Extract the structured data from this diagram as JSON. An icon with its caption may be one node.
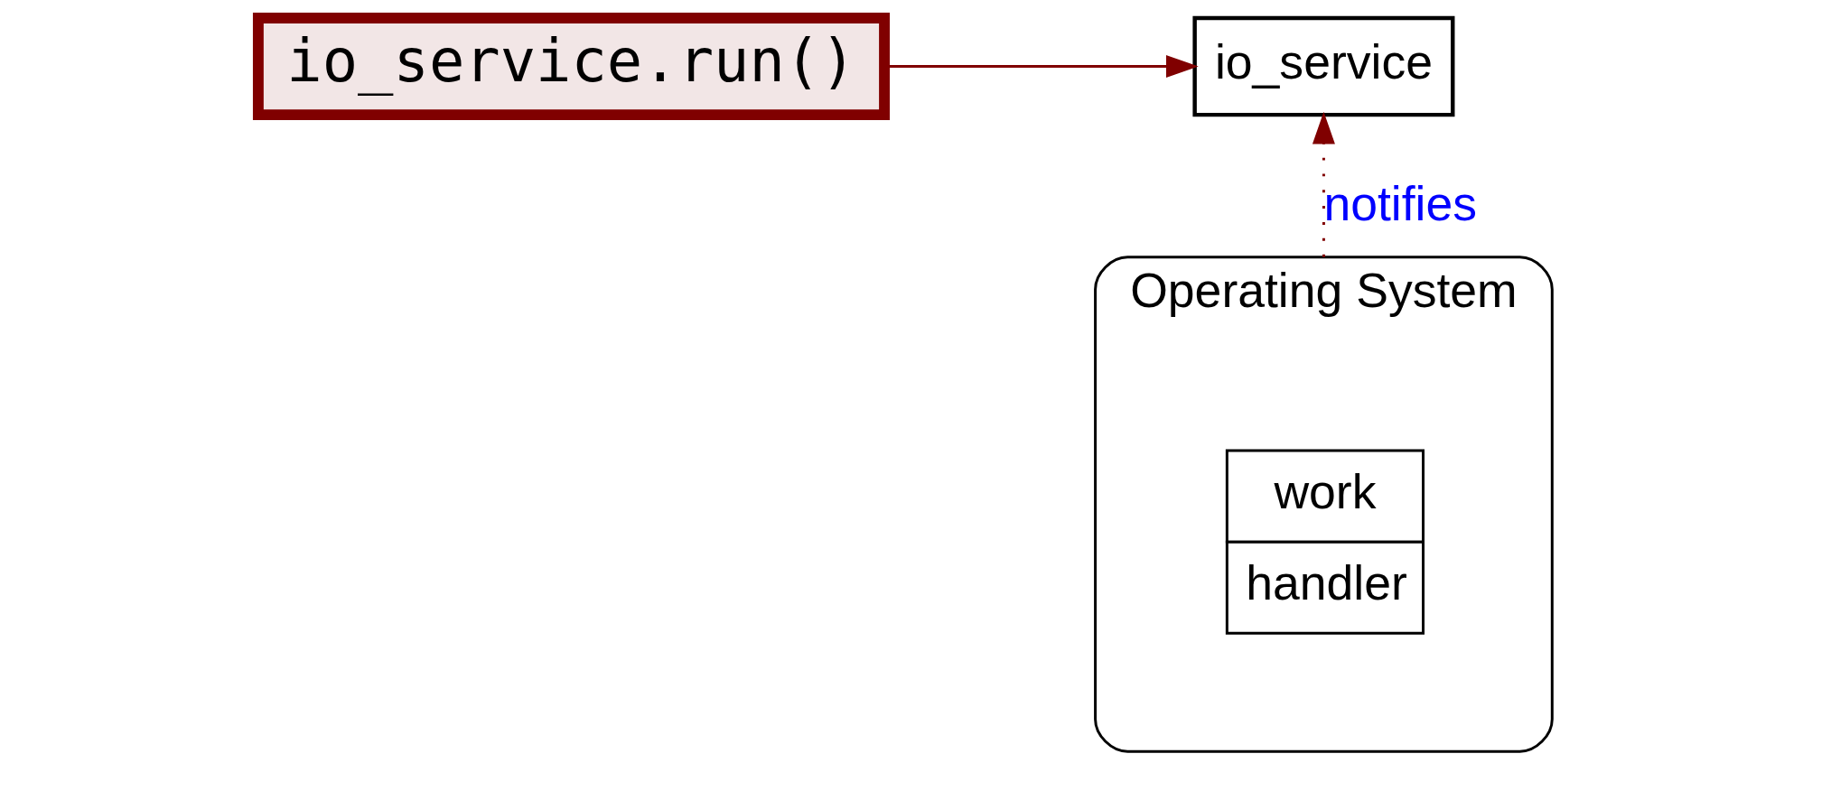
{
  "diagram": {
    "nodes": [
      {
        "text": [
          "io_service.run()"
        ]
      },
      {
        "text": [
          "io_service"
        ]
      },
      {
        "text": [
          "Operating System"
        ]
      },
      {
        "text": [
          "work",
          "handler"
        ],
        "in": 2
      }
    ],
    "edges": [
      {
        "from": 0,
        "to": 1,
        "arrow": "to",
        "color": "#800000"
      },
      {
        "from": 2,
        "to": 1,
        "arrow": "to",
        "style": "dashed",
        "color": "#800000",
        "label": "notifies"
      }
    ]
  }
}
